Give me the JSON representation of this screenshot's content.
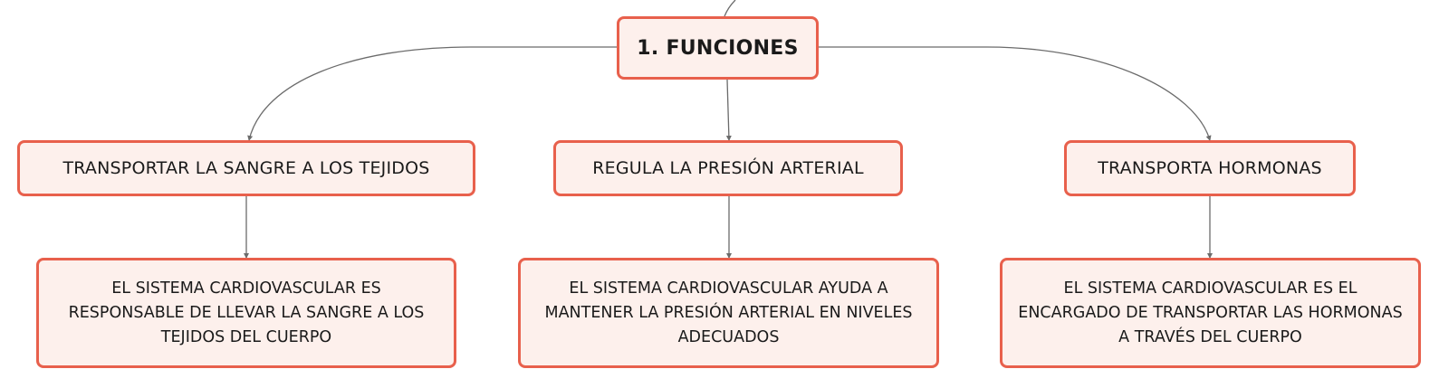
{
  "root": {
    "label": "1. FUNCIONES"
  },
  "branches": [
    {
      "label": "TRANSPORTAR LA SANGRE A LOS TEJIDOS",
      "detail": "EL SISTEMA CARDIOVASCULAR ES RESPONSABLE DE LLEVAR LA SANGRE A LOS TEJIDOS DEL CUERPO"
    },
    {
      "label": "REGULA LA PRESIÓN ARTERIAL",
      "detail": "EL SISTEMA CARDIOVASCULAR AYUDA A MANTENER LA PRESIÓN ARTERIAL EN NIVELES ADECUADOS"
    },
    {
      "label": "TRANSPORTA HORMONAS",
      "detail": "EL SISTEMA CARDIOVASCULAR ES EL ENCARGADO DE TRANSPORTAR LAS HORMONAS A TRAVÉS DEL CUERPO"
    }
  ],
  "colors": {
    "node_border": "#e8604c",
    "node_fill": "#fdf0ec",
    "connector": "#6b6b6b"
  }
}
